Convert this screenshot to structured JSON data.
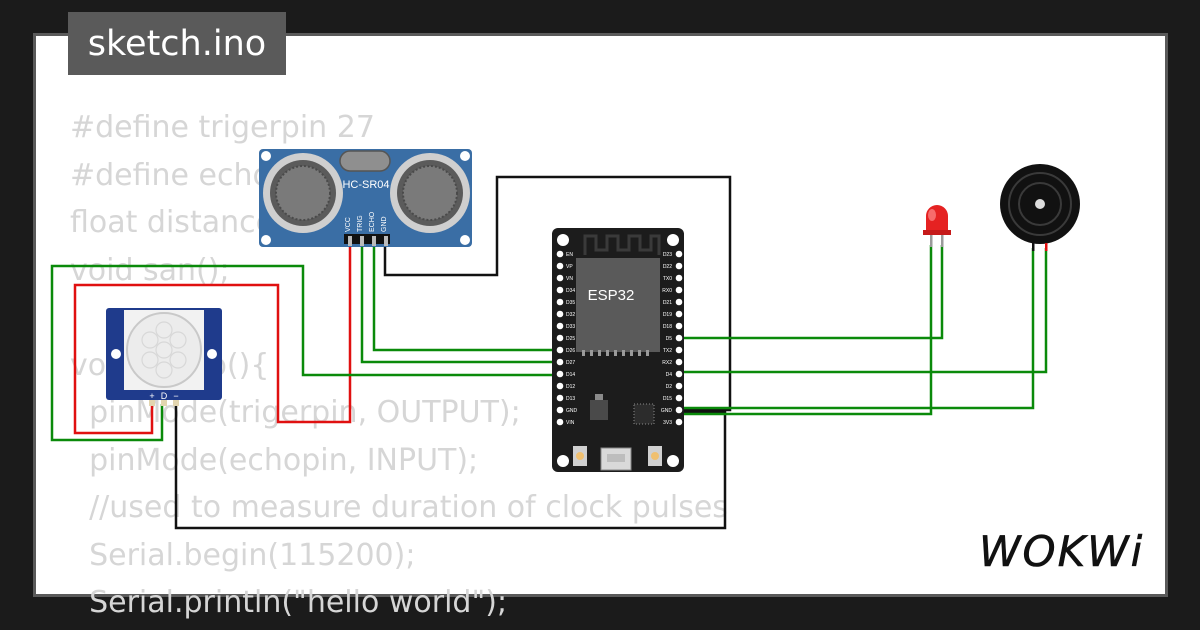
{
  "title": "sketch.ino",
  "code_lines": [
    "#define trigerpin 27",
    "#define echopin 26",
    "float distance;",
    "void san();",
    "",
    "void setup(){",
    "  pinMode(trigerpin, OUTPUT);",
    "  pinMode(echopin, INPUT);",
    "  //used to measure duration of clock pulses",
    "  Serial.begin(115200);",
    "  Serial.println(\"hello world\");"
  ],
  "components": {
    "ultrasonic": {
      "label": "HC-SR04",
      "pins": [
        "VCC",
        "TRIG",
        "ECHO",
        "GND"
      ]
    },
    "pir": {
      "pins": [
        "+",
        "D",
        "−"
      ]
    },
    "board": {
      "label": "ESP32",
      "left_pins": [
        "EN",
        "VP",
        "VN",
        "D34",
        "D35",
        "D32",
        "D33",
        "D25",
        "D26",
        "D27",
        "D14",
        "D12",
        "D13",
        "GND",
        "VIN"
      ],
      "right_pins": [
        "D23",
        "D22",
        "TX0",
        "RX0",
        "D21",
        "D19",
        "D18",
        "D5",
        "TX2",
        "RX2",
        "D4",
        "D2",
        "D15",
        "GND",
        "3V3"
      ]
    },
    "led": {
      "color": "#e52222"
    },
    "buzzer": {}
  },
  "brand": "WOKWi",
  "colors": {
    "wire_green": "#0a8a0a",
    "wire_red": "#e01010",
    "wire_black": "#111111",
    "board": "#1c1c1c",
    "sensor_blue": "#3a6ea5",
    "pir_blue": "#1f3b8c",
    "code_text": "#d6d6d6",
    "tab_bg": "#5a5a5a"
  }
}
